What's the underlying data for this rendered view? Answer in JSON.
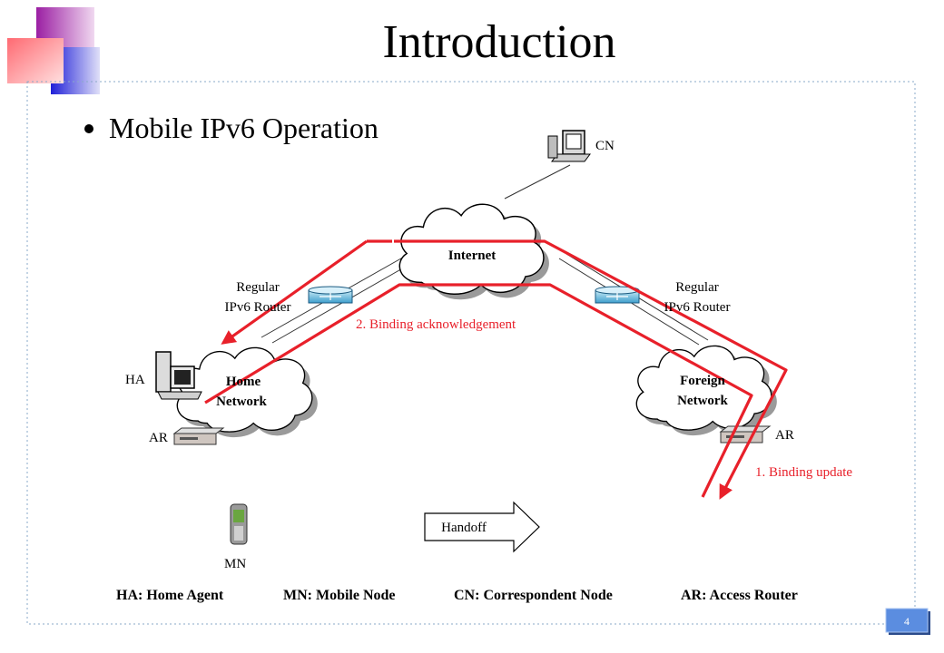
{
  "title": "Introduction",
  "bullet": "Mobile IPv6 Operation",
  "nodes": {
    "cn": "CN",
    "internet": "Internet",
    "router_left": [
      "Regular",
      "IPv6 Router"
    ],
    "router_right": [
      "Regular",
      "IPv6 Router"
    ],
    "home_network": [
      "Home",
      "Network"
    ],
    "foreign_network": [
      "Foreign",
      "Network"
    ],
    "ha": "HA",
    "ar_left": "AR",
    "ar_right": "AR",
    "mn": "MN"
  },
  "messages": {
    "binding_ack": "2. Binding acknowledgement",
    "binding_update": "1. Binding update",
    "handoff": "Handoff"
  },
  "legend": [
    "HA: Home Agent",
    "MN: Mobile Node",
    "CN: Correspondent Node",
    "AR: Access Router"
  ],
  "page_number": "4",
  "colors": {
    "signal_red": "#e8202a",
    "page_badge": "#5b8de0",
    "deco_purple": "#9b1fa3",
    "deco_blue": "#2020d8",
    "deco_pink": "#ff6a72"
  }
}
